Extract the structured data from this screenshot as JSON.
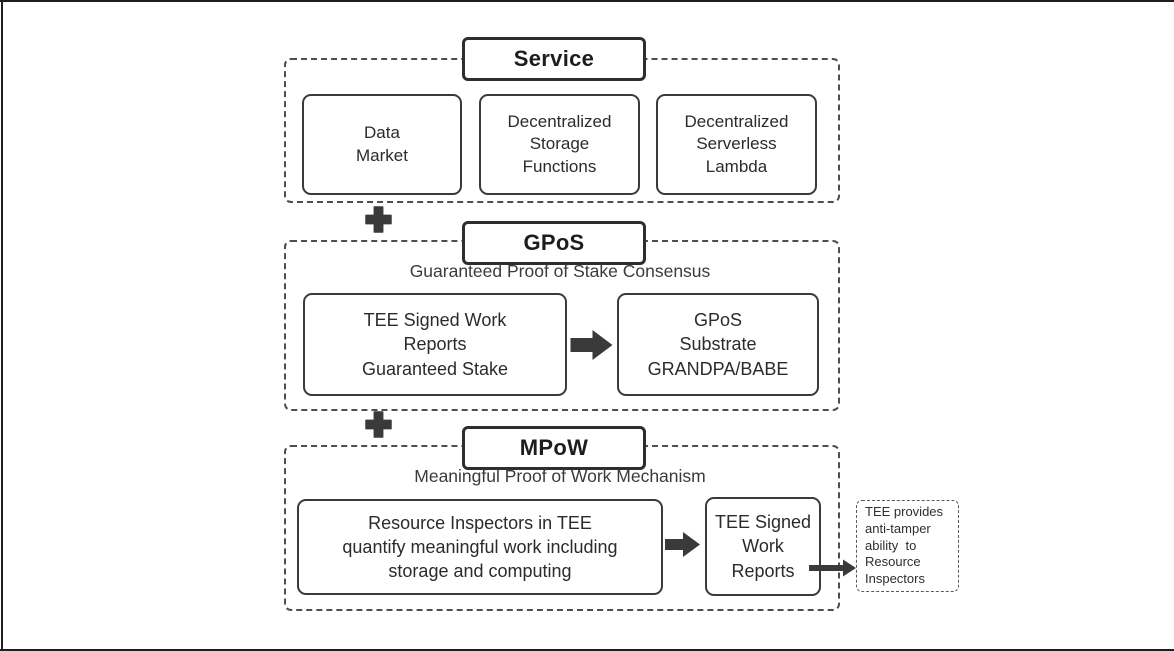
{
  "diagram": {
    "service": {
      "title": "Service",
      "boxes": [
        {
          "label": "Data\nMarket"
        },
        {
          "label": "Decentralized\nStorage\nFunctions"
        },
        {
          "label": "Decentralized\nServerless\nLambda"
        }
      ]
    },
    "gpos": {
      "title": "GPoS",
      "subtitle": "Guaranteed Proof of Stake Consensus",
      "left_box": "TEE Signed Work\nReports\nGuaranteed Stake",
      "right_box": "GPoS\nSubstrate\nGRANDPA/BABE"
    },
    "mpow": {
      "title": "MPoW",
      "subtitle": "Meaningful Proof of Work Mechanism",
      "left_box": "Resource Inspectors in TEE\nquantify meaningful work including\nstorage and computing",
      "reports_box": "TEE Signed\nWork\nReports",
      "note": "TEE provides\nanti-tamper\nability  to\nResource\nInspectors"
    },
    "icons": {
      "plus": "+",
      "arrow_right": "→"
    },
    "colors": {
      "box_border": "#3a3a3a",
      "title_border": "#2e2e2e",
      "dashed_border": "#4e4e4e",
      "arrow_fill": "#3a3a3a",
      "text": "#2b2b2b",
      "frame_line": "#1f1f1f",
      "background": "#ffffff"
    }
  }
}
